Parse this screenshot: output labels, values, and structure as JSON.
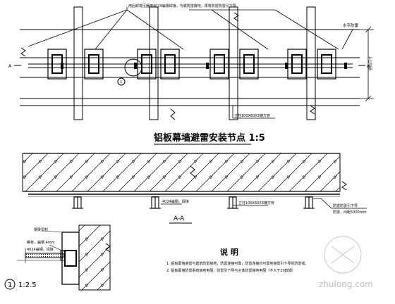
{
  "plan": {
    "top_note": "用后卸变压器用4024扁钢焊接，与或防雷接地，再将防雷防雷引下导",
    "right_note": "水平防雷",
    "right_dim": "竖向尺寸",
    "bottom_note": "立柱100X60X3镀方管",
    "section_marker": "A",
    "detail_no": "1"
  },
  "title": "铝板幕墙避雷安装节点 1:5",
  "section": {
    "flat_bar_note": "4024扁钢，焊接",
    "tube_note": "立柱100X60X3镀方管",
    "right_note_1": "防雷防雷引下导",
    "right_note_2": "防雷，间距5000mm",
    "label": "A-A"
  },
  "detail": {
    "label_top": "钢梁型材",
    "label_a": "螺栓，扁钢 4mm",
    "label_b": "4024扁钢，焊接",
    "number": "1",
    "scale": "1:2.5"
  },
  "notes": {
    "heading": "说  明",
    "items": [
      "1. 铝板幕墙避雷与建筑防雷接地，防雷连接可靠，防雷连接均可靠地接雷引下导的防雷线。",
      "2. 铝板幕墙防雷系统接地电阻，防雷引下导与主体防雷接地电阻（不大于10欧姆）"
    ]
  },
  "watermark": "zhulong.com"
}
